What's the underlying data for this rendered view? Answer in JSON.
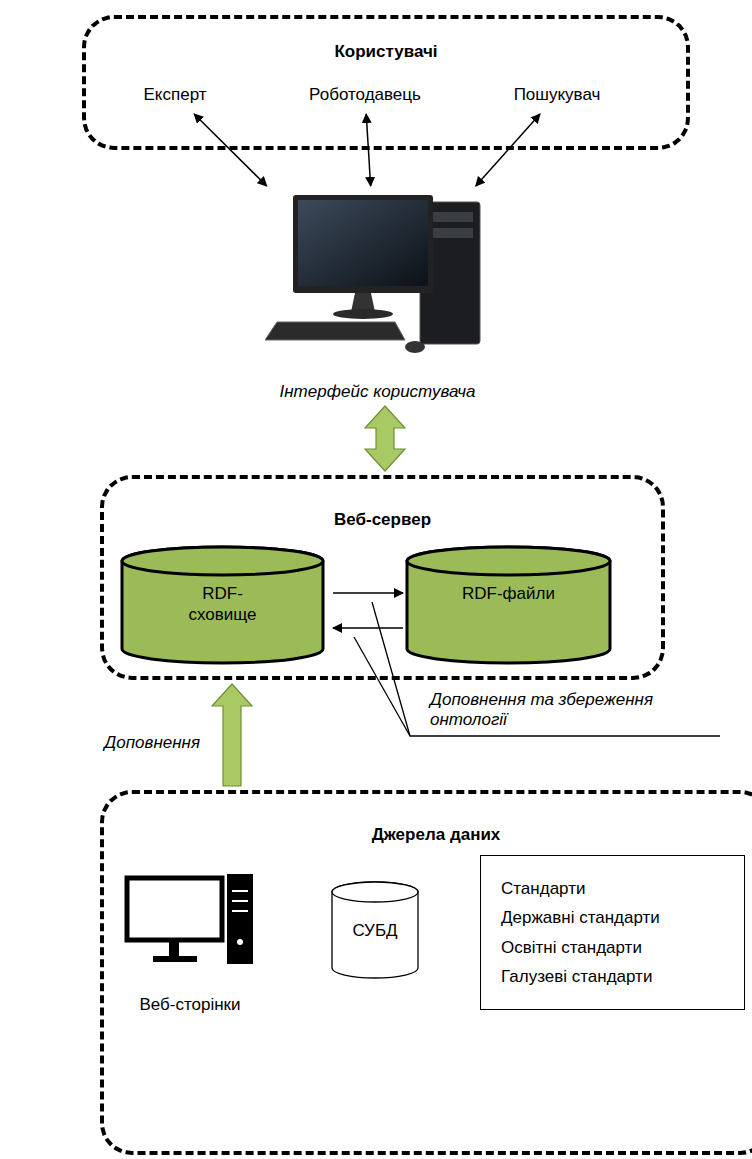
{
  "diagram": {
    "nodes": [
      {
        "text": [
          "Користувачі"
        ]
      },
      {
        "text": [
          "Експерт"
        ],
        "in": 0
      },
      {
        "text": [
          "Роботодавець"
        ],
        "in": 0
      },
      {
        "text": [
          "Пошукувач"
        ],
        "in": 0
      },
      {
        "text": [
          "Інтерфейс користувача"
        ]
      },
      {
        "text": [
          "Веб-сервер"
        ]
      },
      {
        "text": [
          "RDF-сховище"
        ],
        "in": 5
      },
      {
        "text": [
          "RDF-файли"
        ],
        "in": 5
      },
      {
        "text": [
          "Джерела даних"
        ]
      },
      {
        "text": [
          "Веб-сторінки"
        ],
        "in": 8
      },
      {
        "text": [
          "СУБД"
        ],
        "in": 8
      },
      {
        "text": [
          "Стандарти",
          "Державні стандарти",
          "Освітні стандарти",
          "Галузеві стандарти"
        ],
        "in": 8
      }
    ],
    "edges": [
      {
        "from": 1,
        "to": 4,
        "arrow": "both"
      },
      {
        "from": 2,
        "to": 4,
        "arrow": "both"
      },
      {
        "from": 3,
        "to": 4,
        "arrow": "both"
      },
      {
        "from": 4,
        "to": 5,
        "arrow": "both"
      },
      {
        "from": 6,
        "to": 7,
        "arrow": "to"
      },
      {
        "from": 7,
        "to": 6,
        "arrow": "to"
      },
      {
        "from": 8,
        "to": 5,
        "label": "Доповнення",
        "arrow": "to"
      }
    ],
    "labels": [
      "Доповнення та збереження онтології"
    ]
  }
}
